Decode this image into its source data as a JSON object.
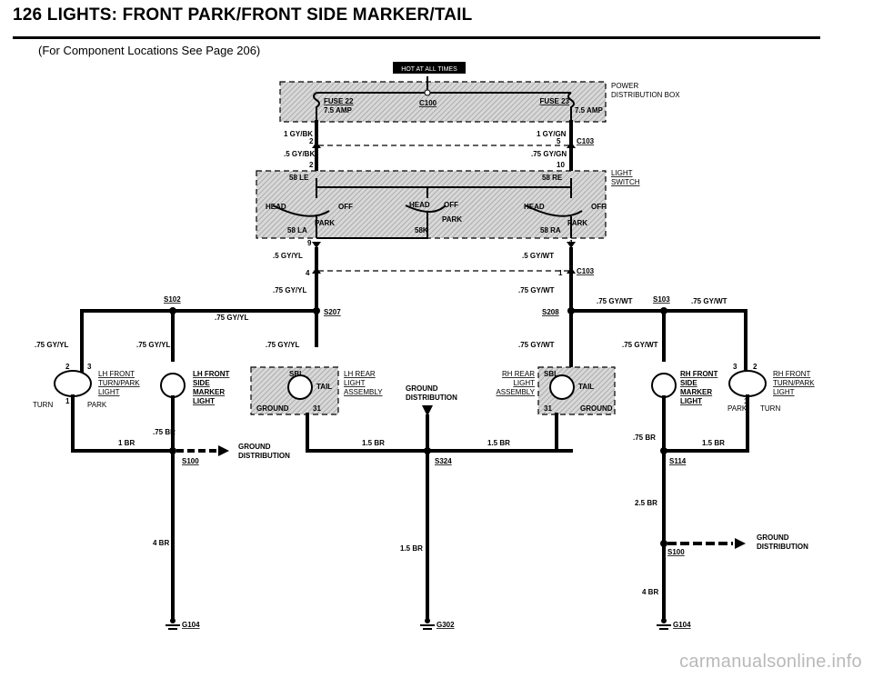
{
  "header": {
    "title": "126 LIGHTS: FRONT PARK/FRONT SIDE MARKER/TAIL",
    "subtitle": "(For Component Locations See Page 206)"
  },
  "watermark": "carmanualsonline.info",
  "diagram": {
    "hot_badge": "HOT AT ALL TIMES",
    "power_box": {
      "label1": "POWER",
      "label2": "DISTRIBUTION BOX",
      "fuse_left": "FUSE 22",
      "fuse_left_amp": "7.5 AMP",
      "fuse_right": "FUSE 23",
      "fuse_right_amp": "7.5 AMP",
      "connector": "C100"
    },
    "light_switch": {
      "label1": "LIGHT",
      "label2": "SWITCH",
      "term_left_top": "58 LE",
      "term_right_top": "58 RE",
      "term_left_bottom": "58 LA",
      "term_right_bottom": "58 RA",
      "term_mid": "58K",
      "head": "HEAD",
      "off": "OFF",
      "park": "PARK"
    },
    "wires": {
      "w1": "1 GY/BK",
      "w2": "1 GY/GN",
      "w3": ".5 GY/BK",
      "w4": ".75 GY/GN",
      "w5": ".5 GY/YL",
      "w6": ".5 GY/WT",
      "w7": ".75 GY/YL",
      "w8": ".75 GY/WT",
      "w9": ".75 GY/YL",
      "w10": ".75 GY/YL",
      "w11": ".75 GY/YL",
      "w12": ".75 GY/YL",
      "w13": ".75 GY/WT",
      "w14": ".75 GY/WT",
      "w15": ".75 GY/WT",
      "w16": ".75 GY/WT",
      "br1": "1 BR",
      "br2": ".75 BR",
      "br3": "1.5 BR",
      "br4": "1.5 BR",
      "br5": ".75 BR",
      "br6": "1.5 BR",
      "br7": "2.5 BR",
      "br8": "4 BR",
      "br9": "1.5 BR",
      "br10": "4 BR"
    },
    "connectors": {
      "c103a": "C103",
      "c103b": "C103",
      "pin2": "2",
      "pin5": "5",
      "pin2b": "2",
      "pin10": "10",
      "pin9": "9",
      "pin1": "1",
      "pin4": "4",
      "pin1b": "1"
    },
    "splices": {
      "s102": "S102",
      "s207": "S207",
      "s208": "S208",
      "s103": "S103",
      "s100a": "S100",
      "s324": "S324",
      "s114": "S114",
      "s100b": "S100"
    },
    "grounds": {
      "g104a": "G104",
      "g302": "G302",
      "g104b": "G104"
    },
    "components": {
      "lh_front_turn": [
        "LH FRONT",
        "TURN/PARK",
        "LIGHT"
      ],
      "lh_side_marker": [
        "LH FRONT",
        "SIDE",
        "MARKER",
        "LIGHT"
      ],
      "lh_rear": [
        "LH REAR",
        "LIGHT",
        "ASSEMBLY"
      ],
      "rh_rear": [
        "RH REAR",
        "LIGHT",
        "ASSEMBLY"
      ],
      "rh_side_marker": [
        "RH FRONT",
        "SIDE",
        "MARKER",
        "LIGHT"
      ],
      "rh_front_turn": [
        "RH FRONT",
        "TURN/PARK",
        "LIGHT"
      ],
      "turn": "TURN",
      "park": "PARK",
      "tail": "TAIL",
      "sbl": "SBL",
      "ground": "GROUND",
      "pin31": "31",
      "pin2": "2",
      "pin3": "3",
      "pin1": "1"
    },
    "ground_dist": {
      "l1": "GROUND",
      "l2": "DISTRIBUTION"
    }
  }
}
